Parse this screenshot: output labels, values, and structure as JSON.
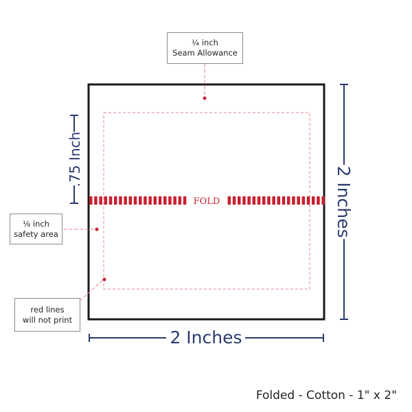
{
  "labels": {
    "seam": {
      "line1": "¼ inch",
      "line2": "Seam Allowance"
    },
    "safety": {
      "line1": "⅛ inch",
      "line2": "safety area"
    },
    "red_lines": {
      "line1": "red lines",
      "line2": "will not print"
    }
  },
  "fold_label": "FOLD",
  "dimensions": {
    "fold_height": ".75 Inch",
    "height": "2 Inches",
    "width": "2 Inches"
  },
  "title": "Folded - Cotton - 1\" x 2\"",
  "colors": {
    "navy": "#2a3a6e",
    "red": "#c8202f",
    "pink": "#e9808a",
    "border": "#1a1a1a"
  }
}
